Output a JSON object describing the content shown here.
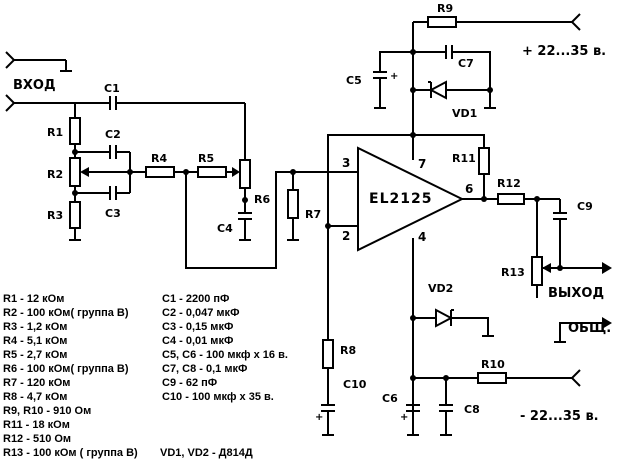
{
  "labels": {
    "input": "ВХОД",
    "output": "ВЫХОД",
    "common": "ОБЩ.",
    "supply_pos": "+ 22...35 в.",
    "supply_neg": "- 22...35 в.",
    "chip": "EL2125",
    "pin_3": "3",
    "pin_2": "2",
    "pin_7": "7",
    "pin_6": "6",
    "pin_4": "4",
    "plus_sign": "+"
  },
  "components": {
    "R1": "R1",
    "R2": "R2",
    "R3": "R3",
    "R4": "R4",
    "R5": "R5",
    "R6": "R6",
    "R7": "R7",
    "R8": "R8",
    "R9": "R9",
    "R10": "R10",
    "R11": "R11",
    "R12": "R12",
    "R13": "R13",
    "C1": "C1",
    "C2": "C2",
    "C3": "C3",
    "C4": "C4",
    "C5": "C5",
    "C6": "C6",
    "C7": "C7",
    "C8": "C8",
    "C9": "C9",
    "C10": "C10",
    "VD1": "VD1",
    "VD2": "VD2"
  },
  "bom_resistors": [
    "R1 - 12 кОм",
    "R2 - 100 кОм( группа В)",
    "R3 - 1,2 кОм",
    "R4 - 5,1 кОм",
    "R5 - 2,7 кОм",
    "R6 - 100 кОм( группа В)",
    "R7 - 120 кОм",
    "R8 - 4,7 кОм",
    "R9, R10 - 910 Ом",
    "R11 - 18 кОм",
    "R12 - 510 Ом",
    "R13 - 100 кОм ( группа В)"
  ],
  "bom_capacitors": [
    "C1 - 2200 пФ",
    "C2 - 0,047 мкФ",
    "C3 - 0,15 мкФ",
    "C4 - 0,01 мкФ",
    "C5, C6 - 100 мкф х 16 в.",
    "C7, C8 - 0,1 мкФ",
    "C9 - 62 пФ",
    "C10 - 100 мкф х 35 в."
  ],
  "bom_diodes": "VD1, VD2 - Д814Д"
}
